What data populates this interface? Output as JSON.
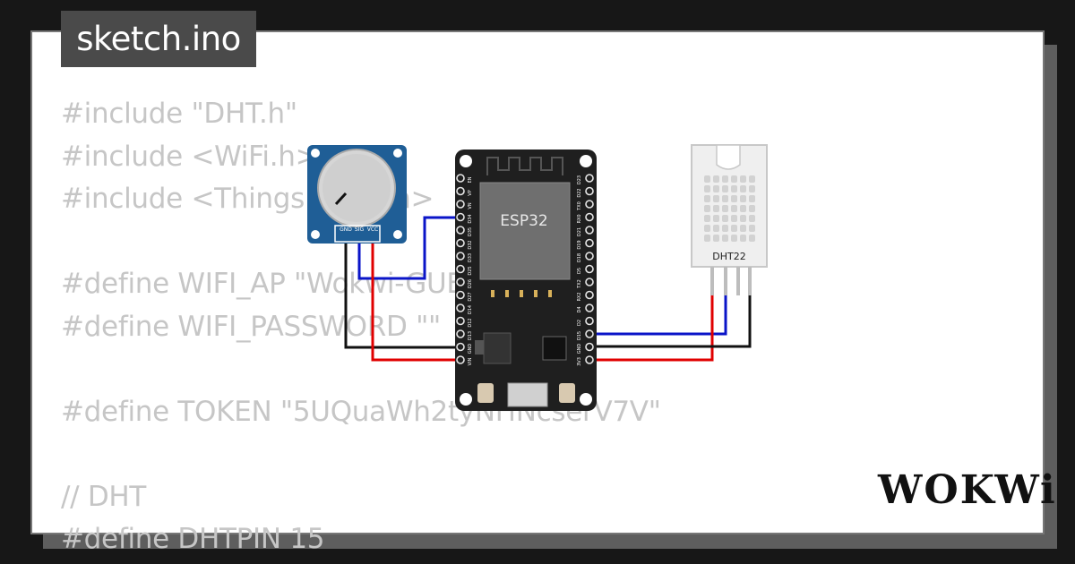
{
  "tab": {
    "filename": "sketch.ino"
  },
  "code_lines": [
    "#include \"DHT.h\"",
    "#include <WiFi.h>",
    "#include <ThingsBoard.h>",
    "",
    "#define WIFI_AP \"Wokwi-GUEST\"",
    "#define WIFI_PASSWORD \"\"",
    "",
    "#define TOKEN \"5UQuaWh2tyNHNcserV7V\"",
    "",
    "// DHT",
    "#define DHTPIN 15"
  ],
  "esp32": {
    "chip_label": "ESP32",
    "left_pins": [
      "EN",
      "VP",
      "VN",
      "D34",
      "D35",
      "D32",
      "D33",
      "D25",
      "D26",
      "D27",
      "D14",
      "D12",
      "D13",
      "GND",
      "VIN"
    ],
    "right_pins": [
      "D23",
      "D22",
      "TX0",
      "RX0",
      "D21",
      "D19",
      "D18",
      "D5",
      "TX2",
      "RX2",
      "D4",
      "D2",
      "D15",
      "GND",
      "3V3"
    ]
  },
  "potentiometer": {
    "pins": [
      "GND",
      "SIG",
      "VCC"
    ]
  },
  "dht22": {
    "label": "DHT22"
  },
  "wire_colors": {
    "signal": "#0a14c8",
    "power": "#e00000",
    "ground": "#111111"
  },
  "logo": {
    "text": "WOKWi"
  }
}
